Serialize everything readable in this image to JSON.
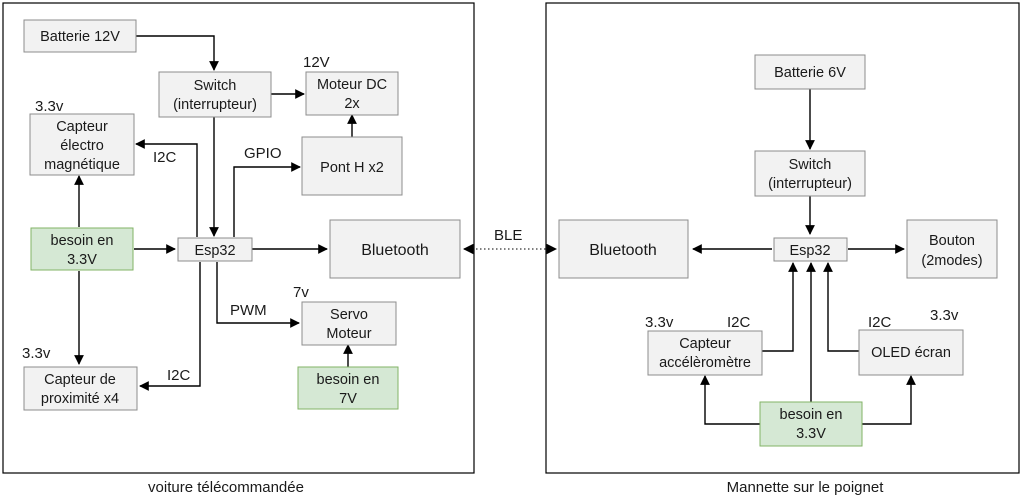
{
  "car": {
    "caption": "voiture télécommandée",
    "battery": "Batterie 12V",
    "switch_l1": "Switch",
    "switch_l2": "(interrupteur)",
    "motor_l1": "Moteur DC",
    "motor_l2": "2x",
    "motor_voltage": "12V",
    "bridge": "Pont H x2",
    "gpio": "GPIO",
    "em_sensor_l1": "Capteur",
    "em_sensor_l2": "électro",
    "em_sensor_l3": "magnétique",
    "em_voltage": "3.3v",
    "i2c_top": "I2C",
    "power_l1": "besoin en",
    "power_l2": "3.3V",
    "esp": "Esp32",
    "bluetooth": "Bluetooth",
    "pwm": "PWM",
    "servo_l1": "Servo",
    "servo_l2": "Moteur",
    "servo_voltage": "7v",
    "servo_power_l1": "besoin en",
    "servo_power_l2": "7V",
    "prox_l1": "Capteur de",
    "prox_l2": "proximité x4",
    "prox_voltage": "3.3v",
    "i2c_bottom": "I2C"
  },
  "link_label": "BLE",
  "remote": {
    "caption": "Mannette sur le poignet",
    "battery": "Batterie 6V",
    "switch_l1": "Switch",
    "switch_l2": "(interrupteur)",
    "bluetooth": "Bluetooth",
    "esp": "Esp32",
    "button_l1": "Bouton",
    "button_l2": "(2modes)",
    "accel_l1": "Capteur",
    "accel_l2": "accélèromètre",
    "accel_voltage": "3.3v",
    "accel_i2c": "I2C",
    "oled": "OLED écran",
    "oled_i2c": "I2C",
    "oled_voltage": "3.3v",
    "power_l1": "besoin en",
    "power_l2": "3.3V"
  },
  "colors": {
    "box_fill": "#f2f2f2",
    "power_fill": "#d5e8d4",
    "power_stroke": "#82b366"
  }
}
